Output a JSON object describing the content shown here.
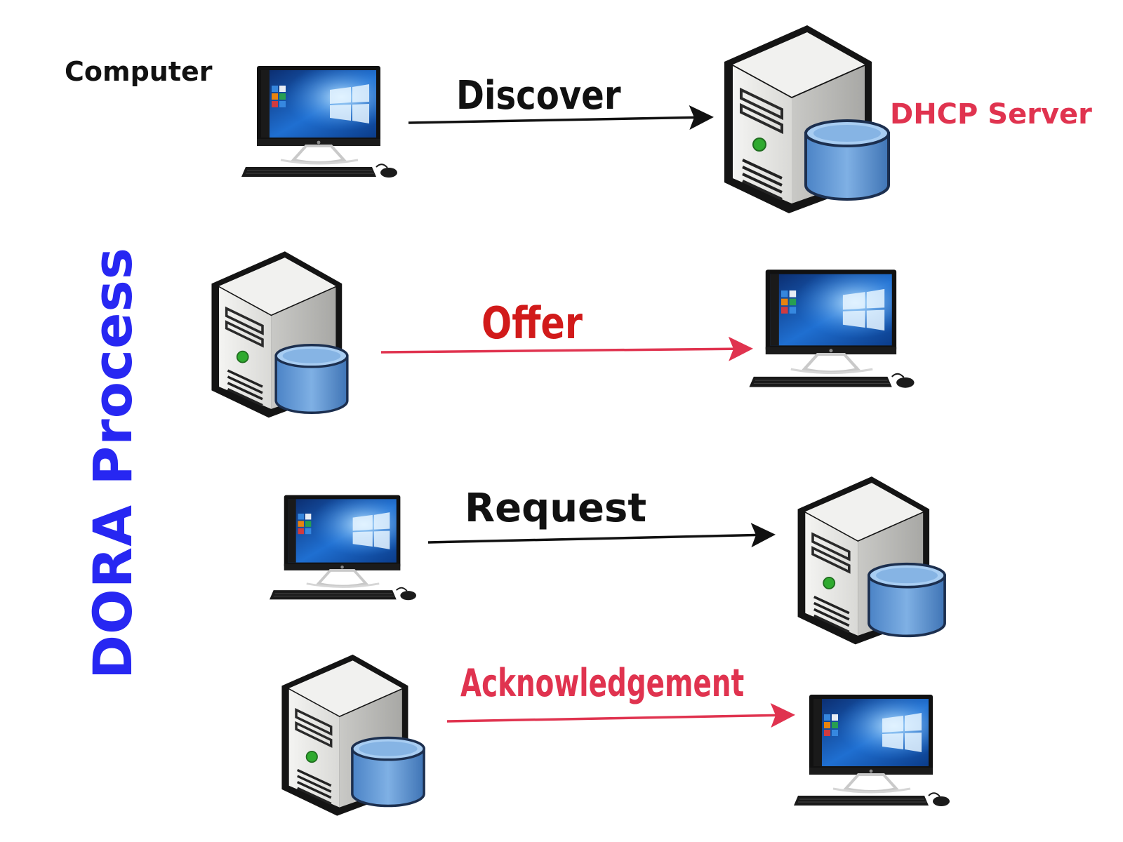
{
  "title": "DORA Process",
  "labels": {
    "computer": "Computer",
    "dhcp_server": "DHCP Server"
  },
  "steps": [
    {
      "name": "Discover",
      "from": "Computer",
      "to": "DHCP Server",
      "color": "#111111"
    },
    {
      "name": "Offer",
      "from": "DHCP Server",
      "to": "Computer",
      "color": "#e0334f"
    },
    {
      "name": "Request",
      "from": "Computer",
      "to": "DHCP Server",
      "color": "#111111"
    },
    {
      "name": "Acknowledgement",
      "from": "DHCP Server",
      "to": "Computer",
      "color": "#e0334f"
    }
  ],
  "colors": {
    "title": "#2727f2",
    "server_label": "#e0334f",
    "offer_text": "#d11a1a",
    "ack_text": "#e0334f",
    "black_arrow": "#111111",
    "red_arrow": "#e0334f"
  },
  "icons": [
    "computer-icon",
    "server-icon",
    "database-icon"
  ]
}
